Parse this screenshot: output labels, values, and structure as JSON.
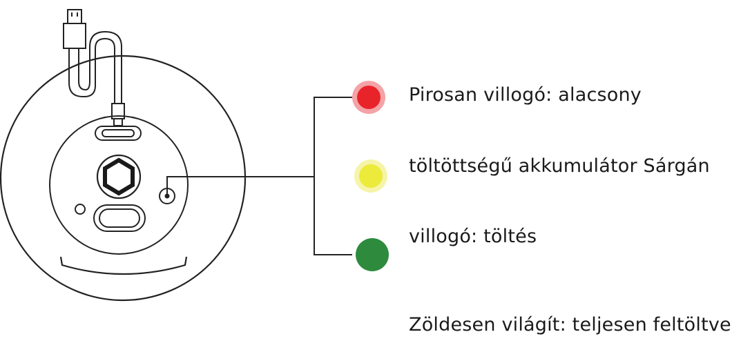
{
  "indicators": [
    {
      "color_name": "red",
      "color": "#e8242a",
      "glow": "#f4a3a6"
    },
    {
      "color_name": "yellow",
      "color": "#ecea3a",
      "glow": "#f6f4a8"
    },
    {
      "color_name": "green",
      "color": "#2e8b3e"
    }
  ],
  "labels": {
    "line1": "Pirosan villogó: alacsony",
    "line2": "töltöttségű akkumulátor Sárgán",
    "line3": "villogó: töltés",
    "line4": "Zöldesen világít: teljesen feltöltve"
  }
}
